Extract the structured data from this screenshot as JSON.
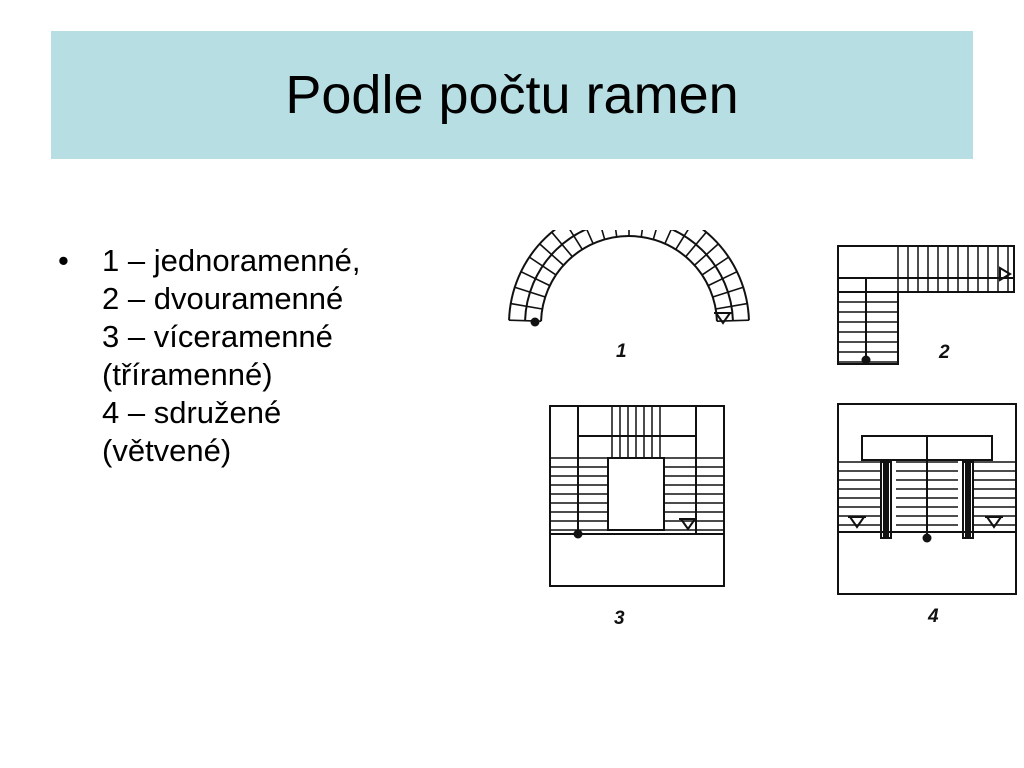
{
  "slide": {
    "title": "Podle počtu ramen",
    "bullet_symbol": "•",
    "bullet_lines": [
      "1 – jednoramenné,",
      "2 – dvouramenné",
      "3 – víceramenné",
      "(tříramenné)",
      "4 – sdružené",
      "(větvené)"
    ]
  },
  "figure": {
    "labels": [
      "1",
      "2",
      "3",
      "4"
    ],
    "background_color": "#b7dfe3"
  }
}
